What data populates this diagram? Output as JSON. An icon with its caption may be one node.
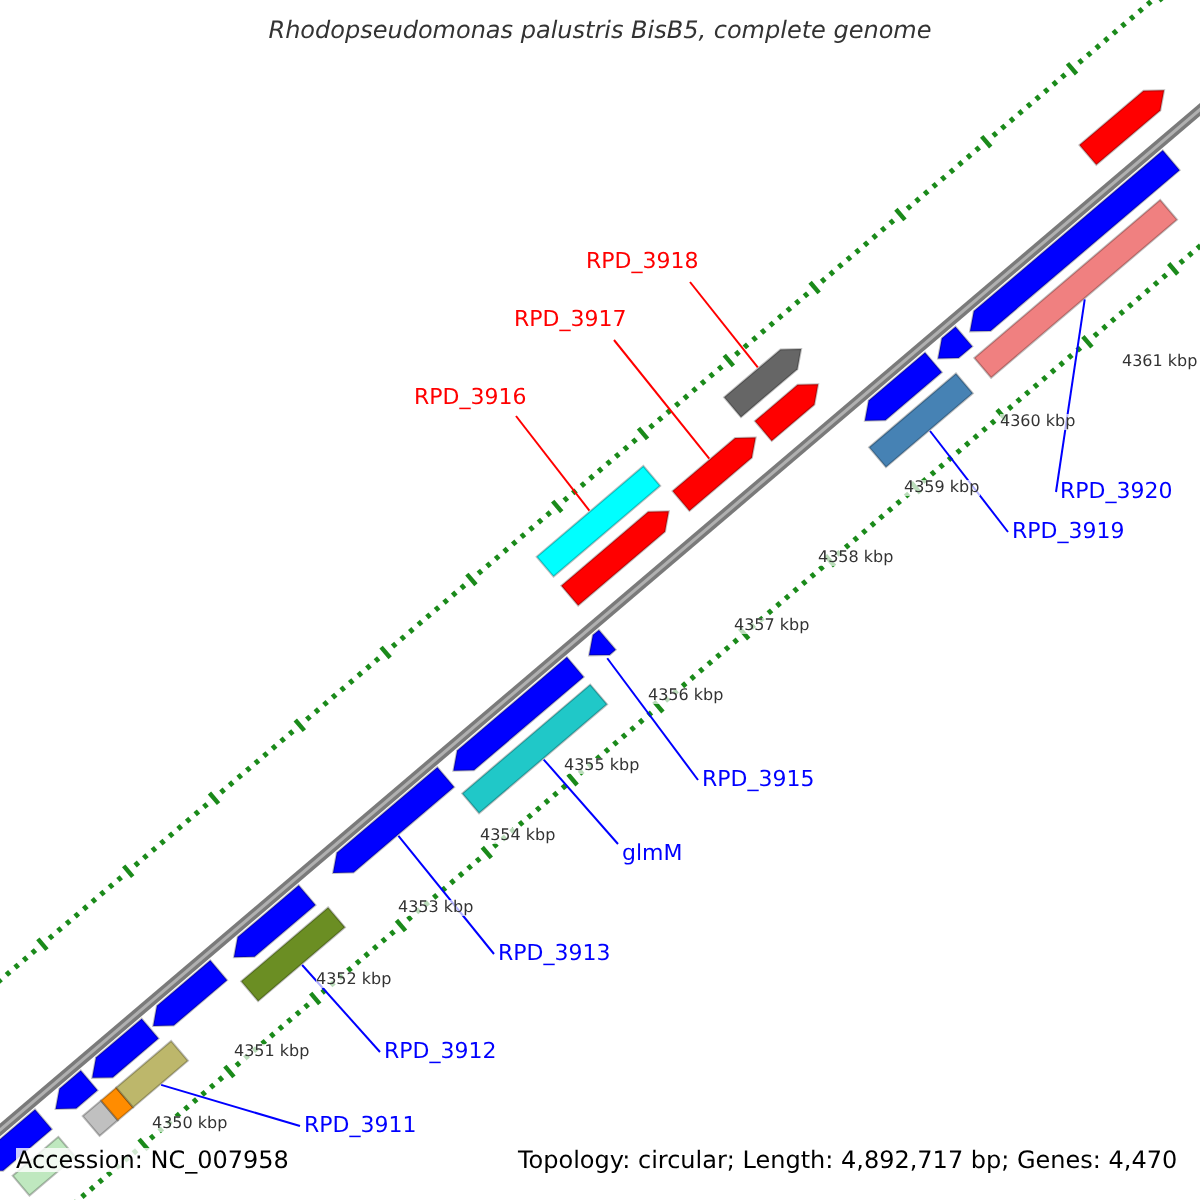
{
  "diagram": {
    "title": "Rhodopseudomonas palustris BisB5, complete genome",
    "nodes": [
      {
        "text": [
          "RPD_3918"
        ]
      },
      {
        "text": [
          "RPD_3917"
        ]
      },
      {
        "text": [
          "RPD_3916"
        ]
      },
      {
        "text": [
          "RPD_3920"
        ]
      },
      {
        "text": [
          "RPD_3919"
        ]
      },
      {
        "text": [
          "RPD_3915"
        ]
      },
      {
        "text": [
          "glmM"
        ]
      },
      {
        "text": [
          "RPD_3913"
        ]
      },
      {
        "text": [
          "RPD_3912"
        ]
      },
      {
        "text": [
          "RPD_3911"
        ]
      },
      {
        "text": [],
        "shape": "bar"
      },
      {
        "text": [],
        "shape": "bar"
      },
      {
        "text": [],
        "shape": "bar"
      },
      {
        "text": [],
        "shape": "bar"
      },
      {
        "text": [],
        "shape": "bar"
      },
      {
        "text": [],
        "shape": "bar"
      },
      {
        "text": [],
        "shape": "bar"
      },
      {
        "text": [],
        "shape": "bar"
      },
      {
        "text": [],
        "shape": "bar"
      },
      {
        "text": [],
        "shape": "bar"
      },
      {
        "text": [],
        "shape": "bar"
      },
      {
        "text": [],
        "shape": "bar"
      },
      {
        "text": [],
        "shape": "bar"
      },
      {
        "text": [],
        "shape": "bar"
      },
      {
        "text": [],
        "shape": "bar"
      },
      {
        "text": [],
        "shape": "bar"
      },
      {
        "text": [],
        "shape": "bar"
      },
      {
        "text": [],
        "shape": "bar"
      },
      {
        "text": [],
        "shape": "bar"
      },
      {
        "text": [],
        "shape": "bar"
      },
      {
        "text": [],
        "shape": "bar"
      },
      {
        "text": [],
        "shape": "bar"
      },
      {
        "text": [],
        "shape": "bar"
      },
      {
        "text": [],
        "shape": "bar"
      },
      {
        "text": [],
        "shape": "bar"
      }
    ],
    "edges": [
      {
        "from": 0,
        "to": 27,
        "arrow": "none",
        "color": "#ff0000"
      },
      {
        "from": 1,
        "to": 26,
        "arrow": "none",
        "color": "#ff0000"
      },
      {
        "from": 2,
        "to": 25,
        "arrow": "none",
        "color": "#ff0000"
      },
      {
        "from": 3,
        "to": 32,
        "arrow": "none"
      },
      {
        "from": 4,
        "to": 29,
        "arrow": "none"
      },
      {
        "from": 5,
        "to": 23,
        "arrow": "none"
      },
      {
        "from": 6,
        "to": 21,
        "arrow": "none"
      },
      {
        "from": 7,
        "to": 20,
        "arrow": "none"
      },
      {
        "from": 8,
        "to": 18,
        "arrow": "none"
      },
      {
        "from": 9,
        "to": 16,
        "arrow": "none"
      }
    ],
    "labels": [
      "4361 kbp",
      "4360 kbp",
      "4359 kbp",
      "4358 kbp",
      "4357 kbp",
      "4356 kbp",
      "4355 kbp",
      "4354 kbp",
      "4353 kbp",
      "4352 kbp",
      "4351 kbp",
      "4350 kbp",
      "Accession: NC_007958",
      "Topology: circular; Length: 4,892,717 bp; Genes: 4,470"
    ]
  }
}
